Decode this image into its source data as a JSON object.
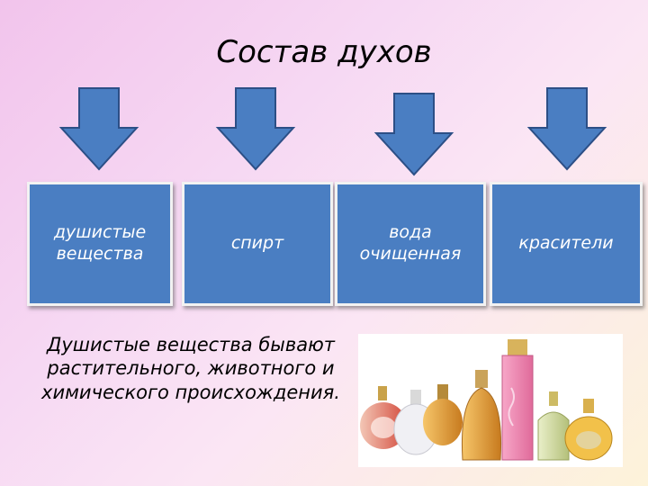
{
  "title": "Состав духов",
  "boxes": [
    {
      "label": "душистые\nвещества"
    },
    {
      "label": "спирт"
    },
    {
      "label": "вода\nочищенная"
    },
    {
      "label": "красители"
    }
  ],
  "note": "Душистые вещества бывают растительного, животного и химического происхождения.",
  "colors": {
    "box": "#4a7ec2",
    "arrow": "#4a7ec2",
    "arrow_stroke": "#2c4f86"
  },
  "icons": [
    "down-arrow-icon",
    "perfume-bottles-photo"
  ]
}
